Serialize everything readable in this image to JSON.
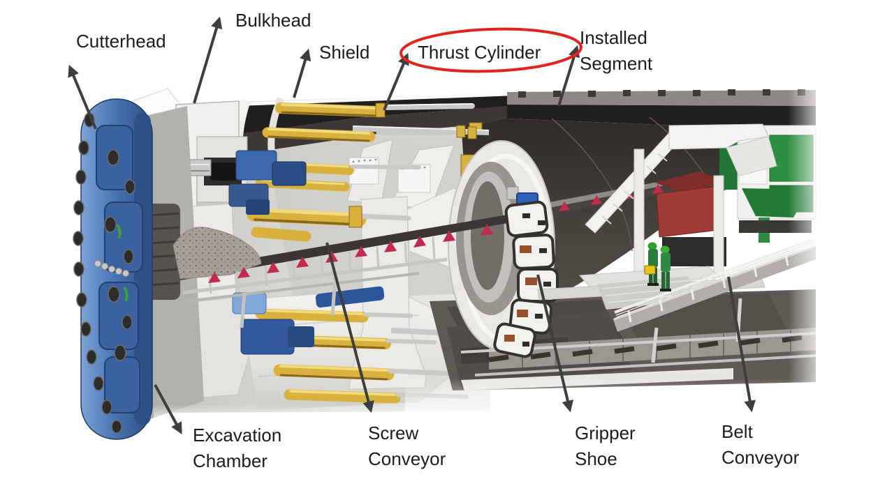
{
  "labels": {
    "cutterhead": {
      "text": "Cutterhead"
    },
    "bulkhead": {
      "text": "Bulkhead"
    },
    "shield": {
      "text": "Shield"
    },
    "thrust_cylinder": {
      "text": "Thrust Cylinder"
    },
    "installed_segment": {
      "line1": "Installed",
      "line2": "Segment"
    },
    "excavation_chamber": {
      "line1": "Excavation",
      "line2": "Chamber"
    },
    "screw_conveyor": {
      "line1": "Screw",
      "line2": "Conveyor"
    },
    "gripper_shoe": {
      "line1": "Gripper",
      "line2": "Shoe"
    },
    "belt_conveyor": {
      "line1": "Belt",
      "line2": "Conveyor"
    }
  },
  "colors": {
    "label-text": "#1c1c1c",
    "arrow": "#3e3e3e",
    "highlight-red": "#e3231e",
    "cutter-blue": "#4a76b4",
    "cutter-blue-dark": "#2c4f85",
    "cutter-blue-light": "#7da3d6",
    "hydraulic-blue": "#3c69ad",
    "gold": "#d9b13f",
    "gold-light": "#f2da7a",
    "gold-dark": "#8a671c",
    "silver": "#c9c9c7",
    "shell-white": "#efeeec",
    "shell-shadow": "#c8c6c1",
    "tunnel-dark": "#413d39",
    "tunnel-black": "#211f1d",
    "lining-gray": "#8d8883",
    "invert-light": "#9b968f",
    "track-dark": "#5d5953",
    "muck": "#a49e96",
    "idler-red": "#c22b50",
    "machine-red": "#a03a34",
    "machine-red-dark": "#7e2c27",
    "equip-green": "#2f8f41",
    "equip-green-dark": "#227635",
    "worker-green": "#2d7a3c",
    "toolbox-yellow": "#e6c51f"
  }
}
